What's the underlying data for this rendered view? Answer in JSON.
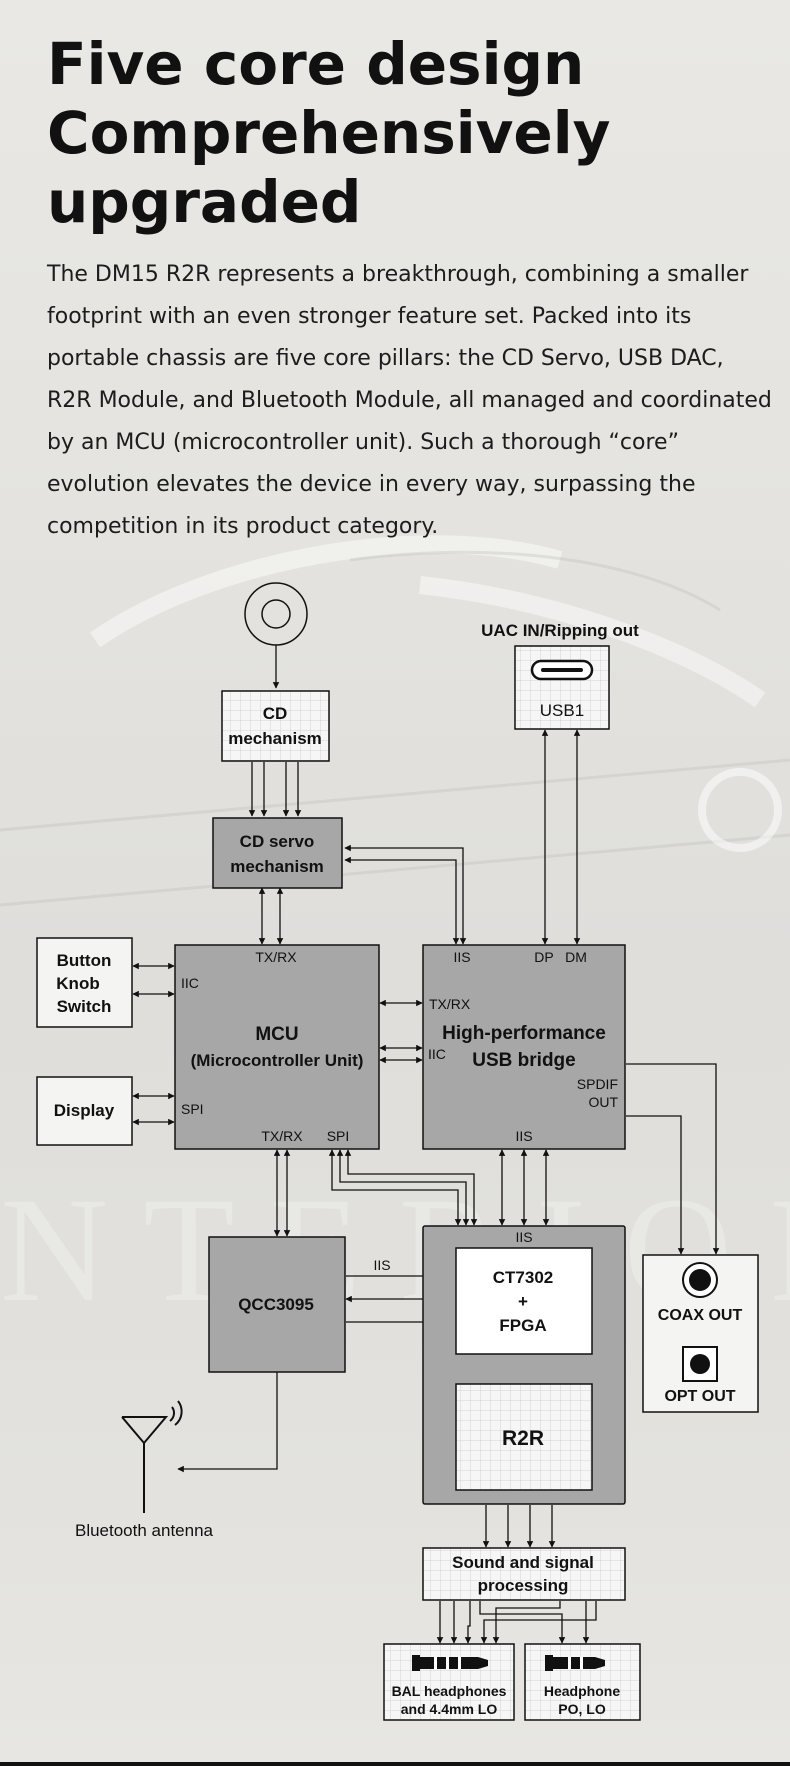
{
  "headline": {
    "line1": "Five core design",
    "line2": "Comprehensively",
    "line3": "upgraded"
  },
  "intro": "The DM15 R2R represents a breakthrough, combining a smaller footprint with an even stronger feature set. Packed into its portable chassis are five core pillars: the CD Servo, USB DAC, R2R Module, and Bluetooth Module, all managed and coordinated by an MCU (microcontroller unit). Such a thorough “core” evolution elevates the device in every way, surpassing the competition in its product category.",
  "diagram": {
    "disc_icon": "cd-disc-icon",
    "usb_c_icon": "usb-c-port-icon",
    "antenna_icon": "antenna-icon",
    "headphone_jack_icon": "headphone-plug-icon",
    "coax_icon": "coax-jack-icon",
    "optical_icon": "optical-jack-icon",
    "usb_title": "UAC IN/Ripping out",
    "usb1": "USB1",
    "cd_mechanism": {
      "line1": "CD",
      "line2": "mechanism"
    },
    "cd_servo": {
      "line1": "CD servo",
      "line2": "mechanism"
    },
    "button_box": {
      "line1": "Button",
      "line2": "Knob",
      "line3": "Switch"
    },
    "display": "Display",
    "mcu": {
      "line1": "MCU",
      "line2": "(Microcontroller Unit)"
    },
    "bridge": {
      "line1": "High-performance",
      "line2": "USB bridge"
    },
    "qcc": "QCC3095",
    "dac": {
      "line1": "CT7302",
      "line2": "+",
      "line3": "FPGA"
    },
    "r2r": "R2R",
    "coax_out": "COAX OUT",
    "opt_out": "OPT OUT",
    "antenna": "Bluetooth antenna",
    "sound": {
      "line1": "Sound and signal",
      "line2": "processing"
    },
    "bal": {
      "line1": "BAL headphones",
      "line2": "and 4.4mm LO"
    },
    "hp": {
      "line1": "Headphone",
      "line2": "PO, LO"
    },
    "labels": {
      "txrx": "TX/RX",
      "iic": "IIC",
      "spi": "SPI",
      "iis": "IIS",
      "dp": "DP",
      "dm": "DM",
      "spdif": "SPDIF",
      "out": "OUT"
    }
  },
  "colors": {
    "block_fill": "#a7a7a7",
    "grid_fill": "#f6f6f6",
    "white_fill": "#ffffff",
    "stroke": "#111111"
  }
}
